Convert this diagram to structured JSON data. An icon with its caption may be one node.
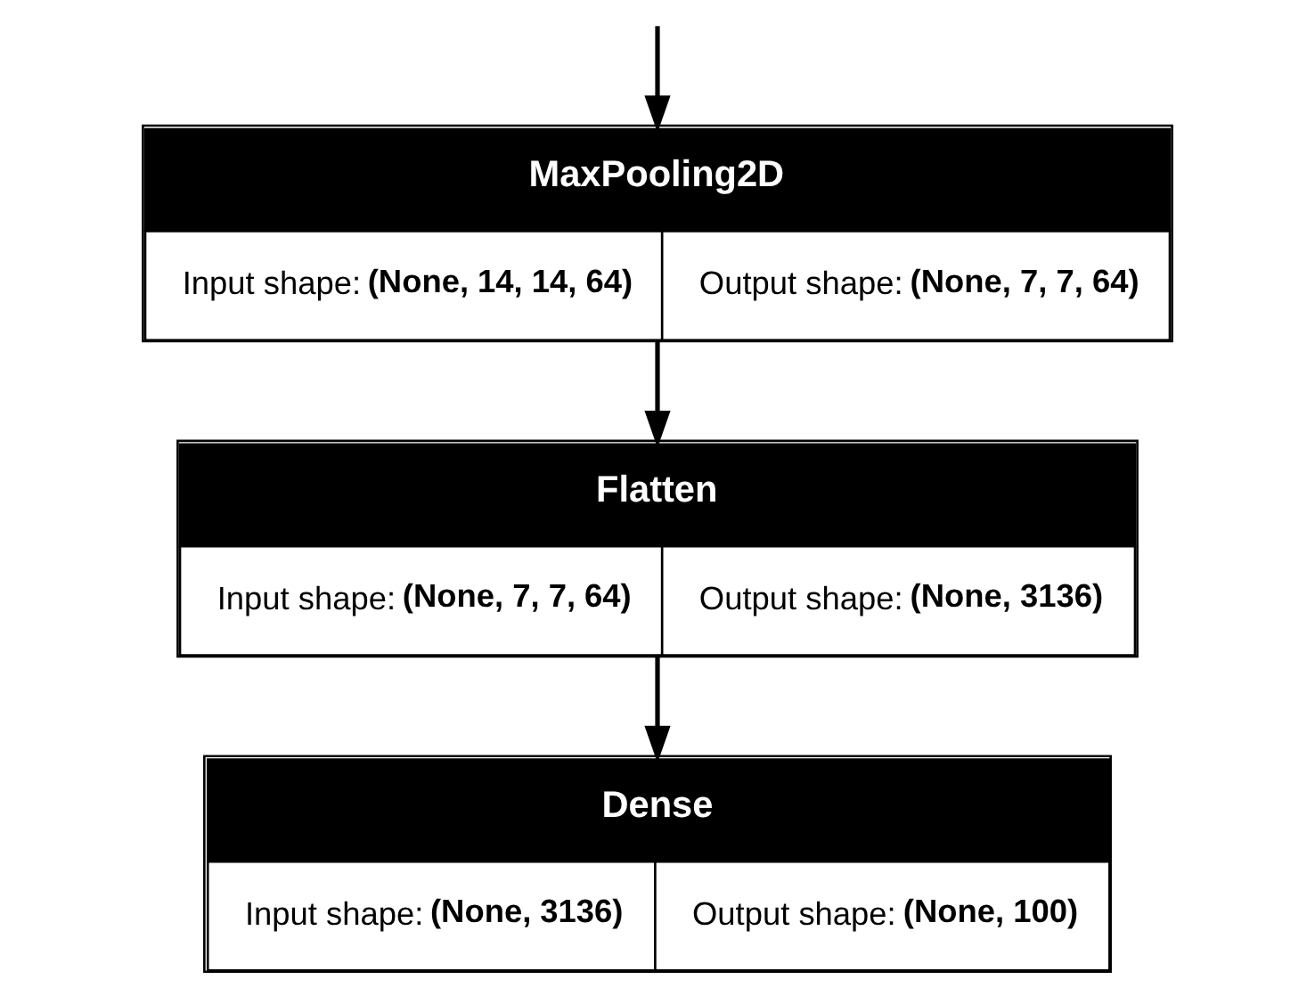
{
  "diagram": {
    "nodes": [
      {
        "text": [
          "MaxPooling2D",
          "Input shape: **(None, 14, 14, 64)**",
          "Output shape: **(None, 7, 7, 64)**"
        ]
      },
      {
        "text": [
          "Flatten",
          "Input shape: **(None, 7, 7, 64)**",
          "Output shape: **(None, 3136)**"
        ]
      },
      {
        "text": [
          "Dense",
          "Input shape: **(None, 3136)**",
          "Output shape: **(None, 100)**"
        ]
      }
    ],
    "edges": [
      {
        "from": null,
        "to": 0,
        "arrow": "to"
      },
      {
        "from": 0,
        "to": 1,
        "arrow": "to"
      },
      {
        "from": 1,
        "to": 2,
        "arrow": "to"
      }
    ]
  }
}
